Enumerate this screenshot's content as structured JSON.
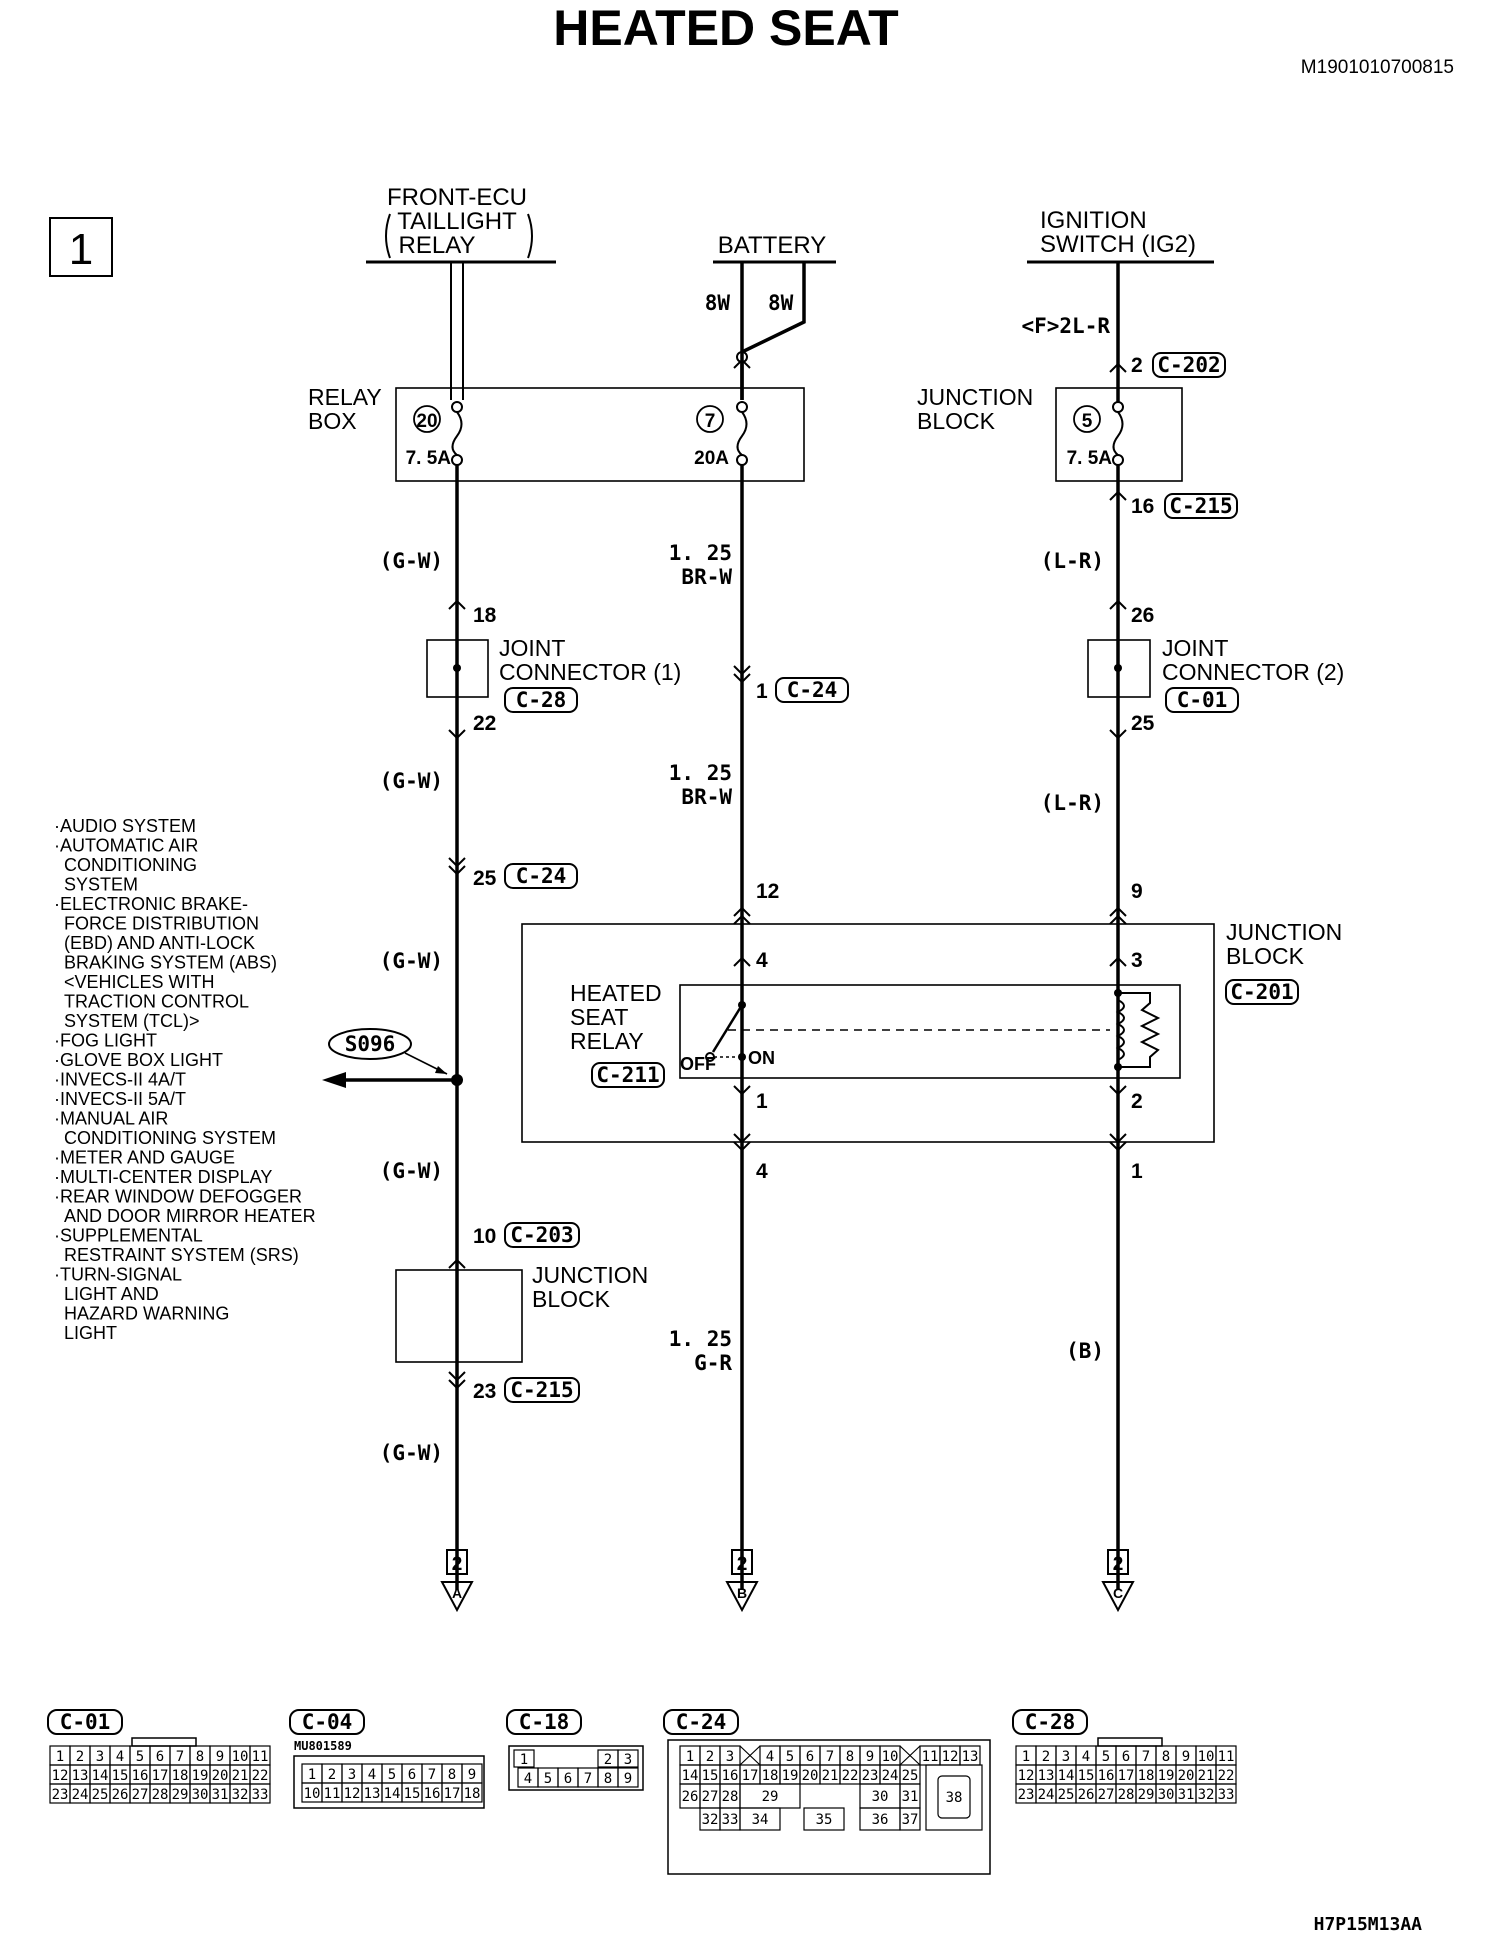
{
  "header": {
    "title": "HEATED SEAT",
    "doc_code": "M1901010700815",
    "page_marker": "1",
    "footer_code": "H7P15M13AA"
  },
  "sources": {
    "taillight_relay": {
      "line1": "FRONT-ECU",
      "line2": "TAILLIGHT",
      "line3": "RELAY"
    },
    "battery": {
      "label": "BATTERY",
      "wire_left": "8W",
      "wire_right": "8W"
    },
    "ignition": {
      "line1": "IGNITION",
      "line2": "SWITCH (IG2)",
      "wire": "<F>2L-R"
    }
  },
  "relay_box": {
    "line1": "RELAY",
    "line2": "BOX",
    "fuse1_num": "20",
    "fuse1_rating": "7. 5A",
    "fuse2_num": "7",
    "fuse2_rating": "20A"
  },
  "junction_block_top": {
    "line1": "JUNCTION",
    "line2": "BLOCK",
    "fuse_num": "5",
    "fuse_rating": "7. 5A",
    "pin_in": "2",
    "conn_in": "C-202",
    "pin_out": "16",
    "conn_out": "C-215"
  },
  "col_a": {
    "wire1": "(G-W)",
    "jc_pin_in": "18",
    "jc_line1": "JOINT",
    "jc_line2": "CONNECTOR (1)",
    "jc_conn": "C-28",
    "jc_pin_out": "22",
    "wire2": "(G-W)",
    "pin_c24": "25",
    "conn_c24": "C-24",
    "wire3": "(G-W)",
    "splice": "S096",
    "wire4": "(G-W)",
    "jb_pin_in": "10",
    "jb_conn_in": "C-203",
    "jb_line1": "JUNCTION",
    "jb_line2": "BLOCK",
    "jb_pin_out": "23",
    "jb_conn_out": "C-215",
    "wire5": "(G-W)",
    "ref_num": "2",
    "ref_letter": "A"
  },
  "col_b": {
    "wire1_size": "1. 25",
    "wire1_color": "BR-W",
    "pin_c24": "1",
    "conn_c24": "C-24",
    "wire2_size": "1. 25",
    "wire2_color": "BR-W",
    "pin_jb_in": "12",
    "pin_relay_in": "4",
    "pin_relay_out": "1",
    "pin_jb_out": "4",
    "wire3_size": "1. 25",
    "wire3_color": "G-R",
    "ref_num": "2",
    "ref_letter": "B"
  },
  "col_c": {
    "wire1": "(L-R)",
    "jc_pin_in": "26",
    "jc_line1": "JOINT",
    "jc_line2": "CONNECTOR (2)",
    "jc_conn": "C-01",
    "jc_pin_out": "25",
    "wire2": "(L-R)",
    "pin_jb_in": "9",
    "pin_relay_in": "3",
    "pin_relay_out": "2",
    "pin_jb_out": "1",
    "wire3": "(B)",
    "ref_num": "2",
    "ref_letter": "C"
  },
  "junction_block_mid": {
    "line1": "JUNCTION",
    "line2": "BLOCK",
    "conn": "C-201"
  },
  "heated_seat_relay": {
    "line1": "HEATED",
    "line2": "SEAT",
    "line3": "RELAY",
    "conn": "C-211",
    "off": "OFF",
    "on": "ON"
  },
  "systems_list": [
    "·AUDIO SYSTEM",
    "·AUTOMATIC AIR",
    " CONDITIONING",
    " SYSTEM",
    "·ELECTRONIC BRAKE-",
    " FORCE DISTRIBUTION",
    " (EBD) AND ANTI-LOCK",
    " BRAKING SYSTEM (ABS)",
    " <VEHICLES WITH",
    " TRACTION CONTROL",
    " SYSTEM (TCL)>",
    "·FOG LIGHT",
    "·GLOVE BOX LIGHT",
    "·INVECS-II 4A/T",
    "·INVECS-II 5A/T",
    "·MANUAL AIR",
    " CONDITIONING SYSTEM",
    "·METER AND GAUGE",
    "·MULTI-CENTER DISPLAY",
    "·REAR WINDOW DEFOGGER",
    " AND DOOR MIRROR HEATER",
    "·SUPPLEMENTAL",
    " RESTRAINT SYSTEM (SRS)",
    "·TURN-SIGNAL",
    " LIGHT AND",
    " HAZARD WARNING",
    " LIGHT"
  ],
  "connector_views": {
    "c01": {
      "label": "C-01",
      "row1": [
        "1",
        "2",
        "3",
        "4",
        "5",
        "6",
        "7",
        "8",
        "9",
        "10",
        "11"
      ],
      "row2": [
        "12",
        "13",
        "14",
        "15",
        "16",
        "17",
        "18",
        "19",
        "20",
        "21",
        "22"
      ],
      "row3": [
        "23",
        "24",
        "25",
        "26",
        "27",
        "28",
        "29",
        "30",
        "31",
        "32",
        "33"
      ]
    },
    "c04": {
      "label": "C-04",
      "part": "MU801589",
      "row1": [
        "1",
        "2",
        "3",
        "4",
        "5",
        "6",
        "7",
        "8",
        "9"
      ],
      "row2": [
        "10",
        "11",
        "12",
        "13",
        "14",
        "15",
        "16",
        "17",
        "18"
      ]
    },
    "c18": {
      "label": "C-18",
      "row1": [
        "1",
        "2",
        "3"
      ],
      "row2": [
        "4",
        "5",
        "6",
        "7",
        "8",
        "9"
      ]
    },
    "c24": {
      "label": "C-24",
      "row1": [
        "1",
        "2",
        "3",
        "4",
        "5",
        "6",
        "7",
        "8",
        "9",
        "10",
        "11",
        "12",
        "13"
      ],
      "row2": [
        "14",
        "15",
        "16",
        "17",
        "18",
        "19",
        "20",
        "21",
        "22",
        "23",
        "24",
        "25"
      ],
      "row3": [
        "26",
        "27",
        "28",
        "29",
        "30",
        "31"
      ],
      "row4": [
        "32",
        "33",
        "34",
        "35",
        "36",
        "37"
      ],
      "big": "38"
    },
    "c28": {
      "label": "C-28",
      "row1": [
        "1",
        "2",
        "3",
        "4",
        "5",
        "6",
        "7",
        "8",
        "9",
        "10",
        "11"
      ],
      "row2": [
        "12",
        "13",
        "14",
        "15",
        "16",
        "17",
        "18",
        "19",
        "20",
        "21",
        "22"
      ],
      "row3": [
        "23",
        "24",
        "25",
        "26",
        "27",
        "28",
        "29",
        "30",
        "31",
        "32",
        "33"
      ]
    }
  }
}
